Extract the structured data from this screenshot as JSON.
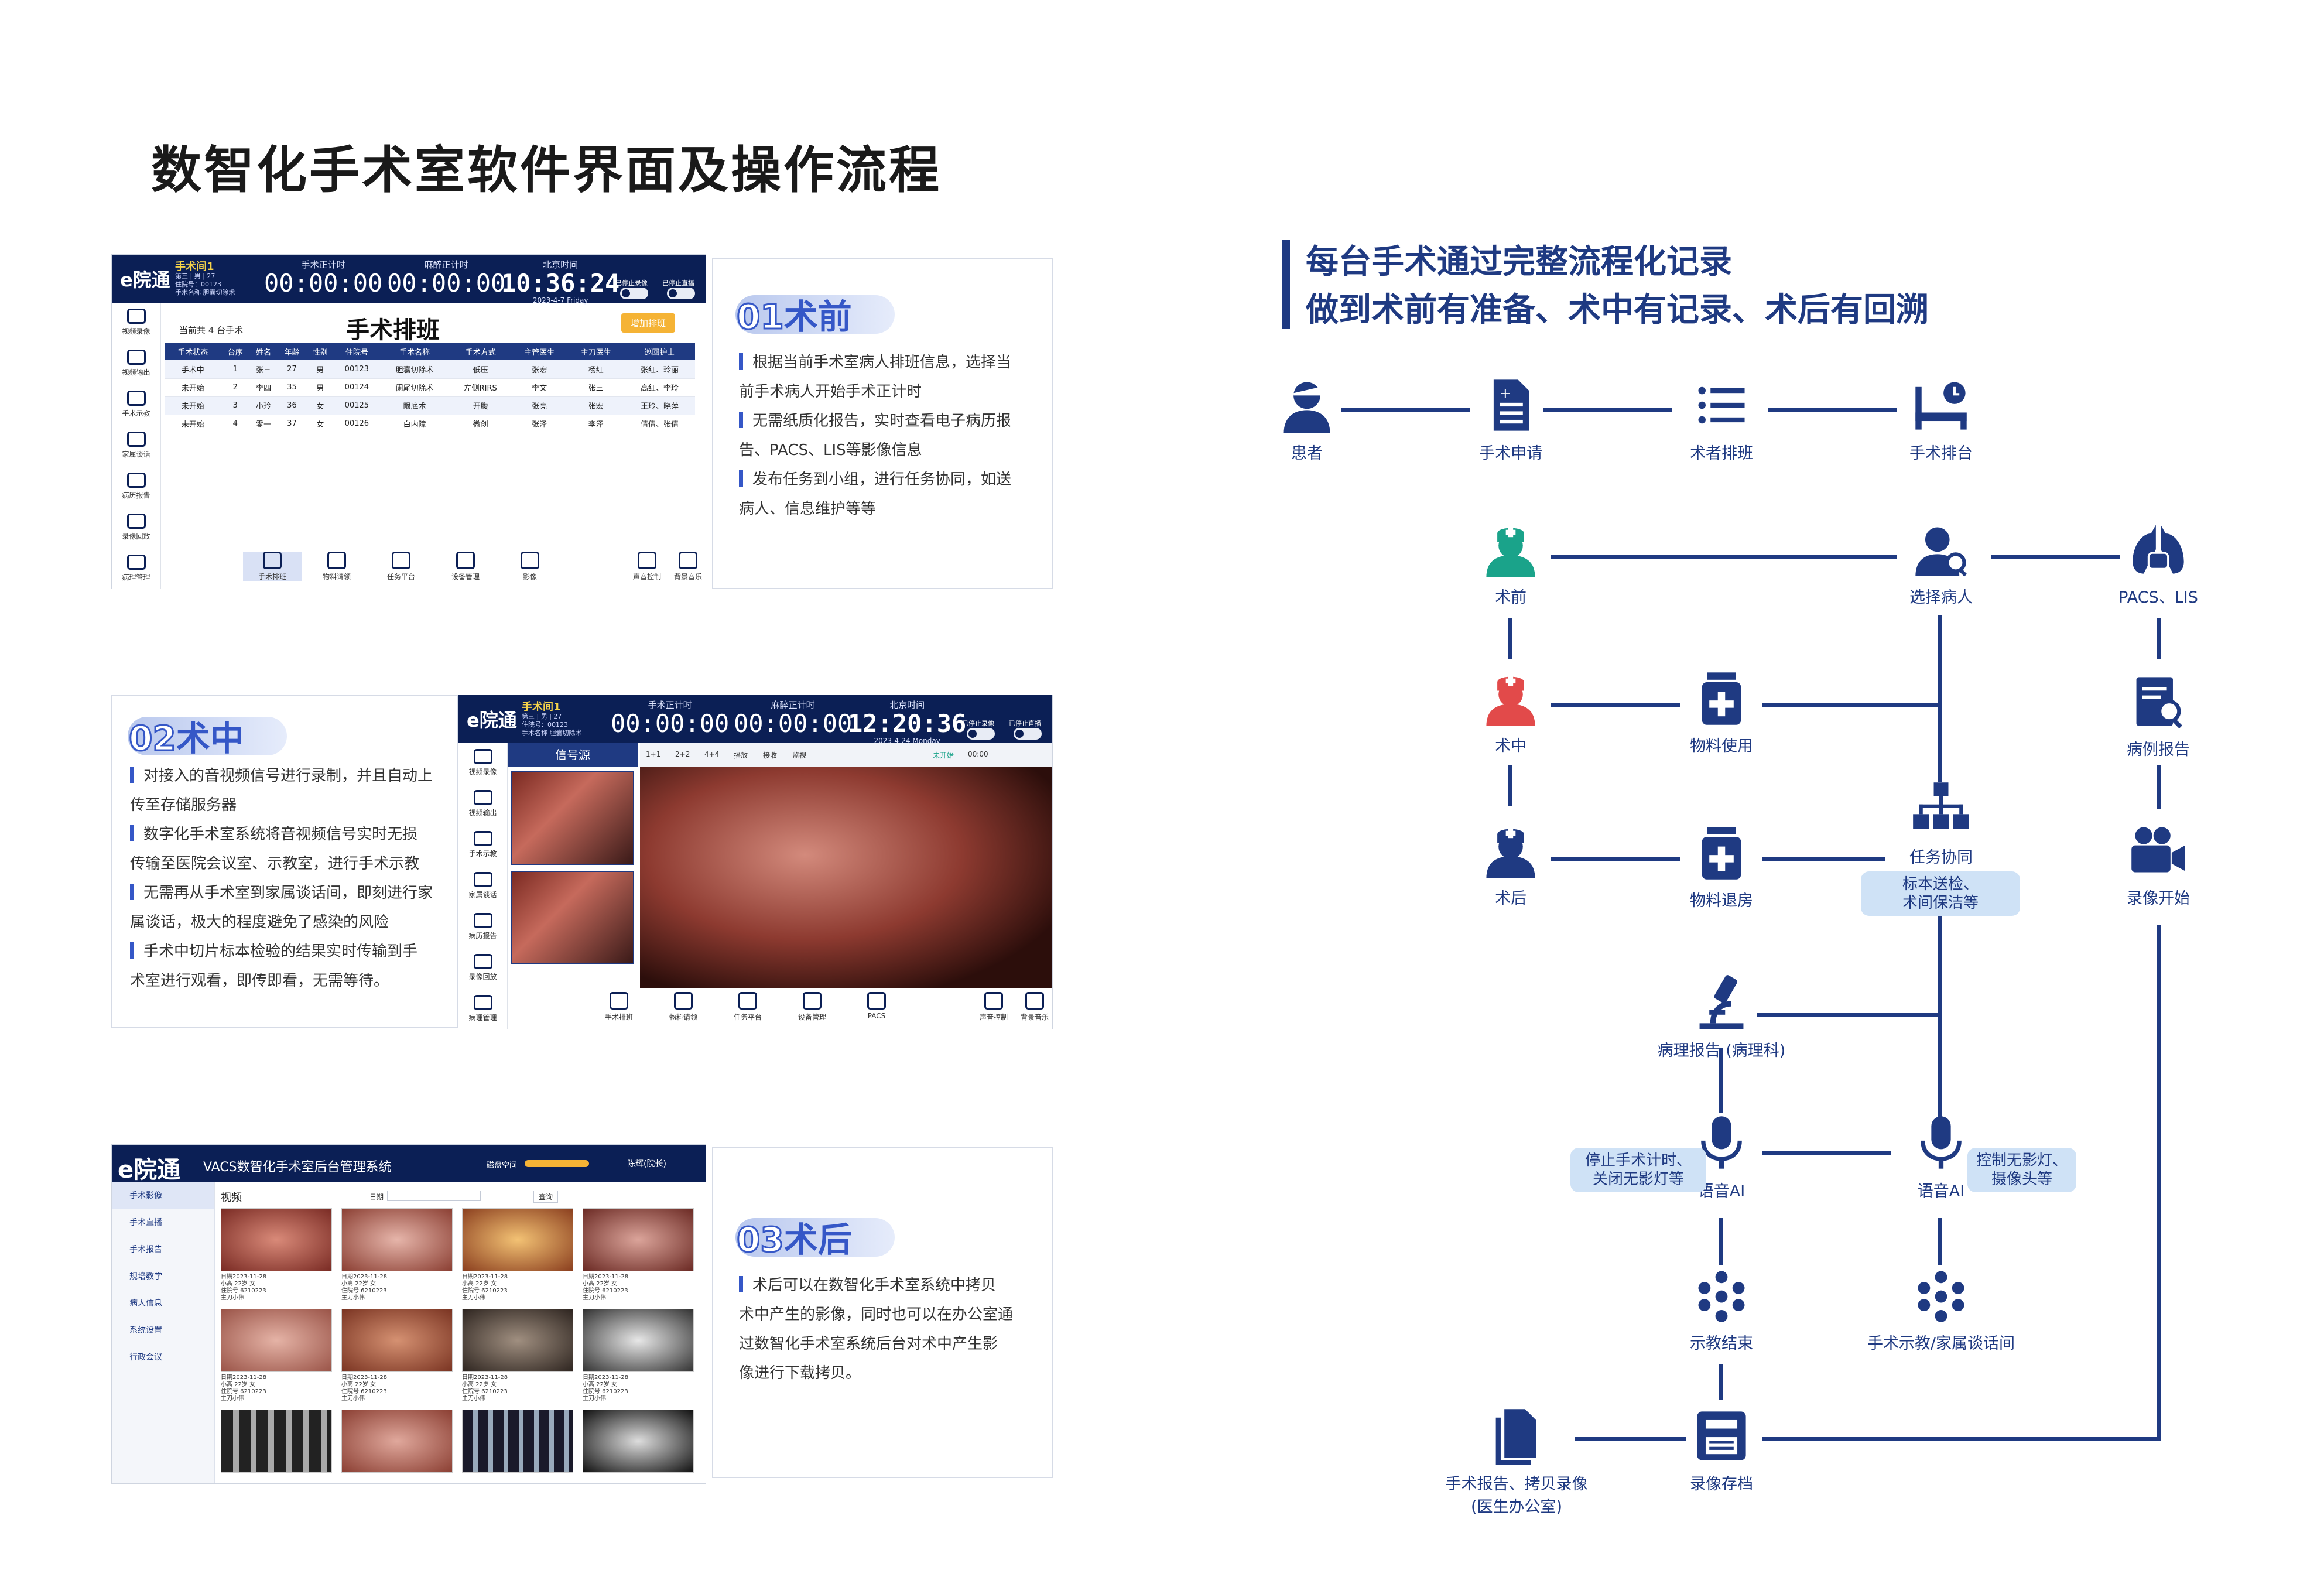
{
  "page": {
    "title": "数智化手术室软件界面及操作流程",
    "flow_heading_line1": "每台手术通过完整流程化记录",
    "flow_heading_line2": "做到术前有准备、术中有记录、术后有回溯"
  },
  "ui_common": {
    "logo": "e院通",
    "room": "手术间1",
    "room_meta": "第三 | 男 | 27\n住院号：00123\n手术名称 胆囊切除术",
    "timer_surgery_label": "手术正计时",
    "timer_anesthesia_label": "麻醉正计时",
    "timer_clock_label": "北京时间",
    "record_label": "已停止录像",
    "live_label": "已停止直播",
    "sidebar": [
      "视频录像",
      "视频输出",
      "手术示教",
      "家属谈话",
      "病历报告",
      "录像回放",
      "病理管理"
    ],
    "bottom_left": [
      "手术排班",
      "物料请领",
      "任务平台",
      "设备管理",
      "影像"
    ],
    "bottom_right": [
      "声音控制",
      "背景音乐"
    ]
  },
  "preop_ui": {
    "timer_surgery": "00:00:00",
    "timer_anesthesia": "00:00:00",
    "clock": "10:36:24",
    "date": "2023-4-7 Friday",
    "count_text": "当前共 4 台手术",
    "schedule_title": "手术排班",
    "add_button": "增加排班",
    "columns": [
      "手术状态",
      "台序",
      "姓名",
      "年龄",
      "性别",
      "住院号",
      "手术名称",
      "手术方式",
      "主管医生",
      "主刀医生",
      "巡回护士"
    ],
    "rows": [
      [
        "手术中",
        "1",
        "张三",
        "27",
        "男",
        "00123",
        "胆囊切除术",
        "低压",
        "张宏",
        "杨红",
        "张红、玲丽"
      ],
      [
        "未开始",
        "2",
        "李四",
        "35",
        "男",
        "00124",
        "阑尾切除术",
        "左侧RIRS",
        "李文",
        "张三",
        "高红、李玲"
      ],
      [
        "未开始",
        "3",
        "小玲",
        "36",
        "女",
        "00125",
        "眼底术",
        "开腹",
        "张亮",
        "张宏",
        "王玲、晓萍"
      ],
      [
        "未开始",
        "4",
        "零一",
        "37",
        "女",
        "00126",
        "白内障",
        "微创",
        "张泽",
        "李泽",
        "倩倩、张倩"
      ]
    ]
  },
  "intraop_ui": {
    "timer_surgery": "00:00:00",
    "timer_anesthesia": "00:00:00",
    "clock": "12:20:36",
    "date": "2023-4-24 Monday",
    "signal_source": "信号源",
    "layouts": [
      "1+1",
      "2+2",
      "4+4",
      "播放",
      "接收",
      "监视"
    ],
    "status": "未开始",
    "status_time": "00:00",
    "bottom_extra": "PACS"
  },
  "postop_ui": {
    "logo": "e院通",
    "system_name": "VACS数智化手术室后台管理系统",
    "storage_label": "磁盘空间",
    "user": "陈辉(院长)",
    "menu": [
      "手术影像",
      "手术直播",
      "手术报告",
      "规培教学",
      "病人信息",
      "系统设置",
      "行政会议"
    ],
    "section": "视频",
    "date_filter": "日期",
    "search": "查询",
    "thumb_labels": [
      "日期2023-11-28\n小高 22岁 女\n住院号 6210223\n主刀小伟",
      "日期2023-11-28\n小高 22岁 女\n住院号 6210223\n主刀小伟",
      "日期2023-11-28\n小高 22岁 女\n住院号 6210223\n主刀小伟",
      "日期2023-11-28\n小高 22岁 女\n住院号 6210223\n主刀小伟",
      "日期2023-11-28\n小高 22岁 女\n住院号 6210223\n主刀小伟",
      "日期2023-11-28\n小高 22岁 女\n住院号 6210223\n主刀小伟",
      "日期2023-11-28\n小高 22岁 女\n住院号 6210223\n主刀小伟",
      "日期2023-11-28\n小高 22岁 女\n住院号 6210223\n主刀小伟"
    ]
  },
  "steps": {
    "s1": {
      "num": "01",
      "name": "术前",
      "lines": [
        "根据当前手术室病人排班信息，选择当",
        "前手术病人开始手术正计时",
        "无需纸质化报告，实时查看电子病历报",
        "告、PACS、LIS等影像信息",
        "发布任务到小组，进行任务协同，如送",
        "病人、信息维护等等"
      ]
    },
    "s2": {
      "num": "02",
      "name": "术中",
      "lines": [
        "对接入的音视频信号进行录制，并且自动上",
        "传至存储服务器",
        "数字化手术室系统将音视频信号实时无损",
        "传输至医院会议室、示教室，进行手术示教",
        "无需再从手术室到家属谈话间，即刻进行家",
        "属谈话，极大的程度避免了感染的风险",
        "手术中切片标本检验的结果实时传输到手",
        "术室进行观看，即传即看，无需等待。"
      ]
    },
    "s3": {
      "num": "03",
      "name": "术后",
      "lines": [
        "术后可以在数智化手术室系统中拷贝",
        "术中产生的影像，同时也可以在办公室通",
        "过数智化手术室系统后台对术中产生影",
        "像进行下载拷贝。"
      ]
    }
  },
  "flow": {
    "patient": "患者",
    "apply": "手术申请",
    "schedule": "术者排班",
    "arrange": "手术排台",
    "preop": "术前",
    "select_patient": "选择病人",
    "pacs": "PACS、LIS",
    "intraop": "术中",
    "material_use": "物料使用",
    "case_report": "病例报告",
    "postop": "术后",
    "material_return": "物料退房",
    "task": "任务协同",
    "task_note": "标本送检、\n术间保洁等",
    "record_start": "录像开始",
    "pathology": "病理报告 (病理科)",
    "voice_left": "语音AI",
    "voice_left_note": "停止手术计时、\n关闭无影灯等",
    "voice_right": "语音AI",
    "voice_right_note": "控制无影灯、\n摄像头等",
    "teach_end": "示教结束",
    "teach_room": "手术示教/家属谈话间",
    "report_copy": "手术报告、拷贝录像\n(医生办公室)",
    "archive": "录像存档"
  },
  "colors": {
    "navy": "#1f3a82",
    "header": "#0b1f55",
    "accent": "#3557c7",
    "nurse_green": "#1aa38a",
    "nurse_red": "#e24a4a"
  }
}
